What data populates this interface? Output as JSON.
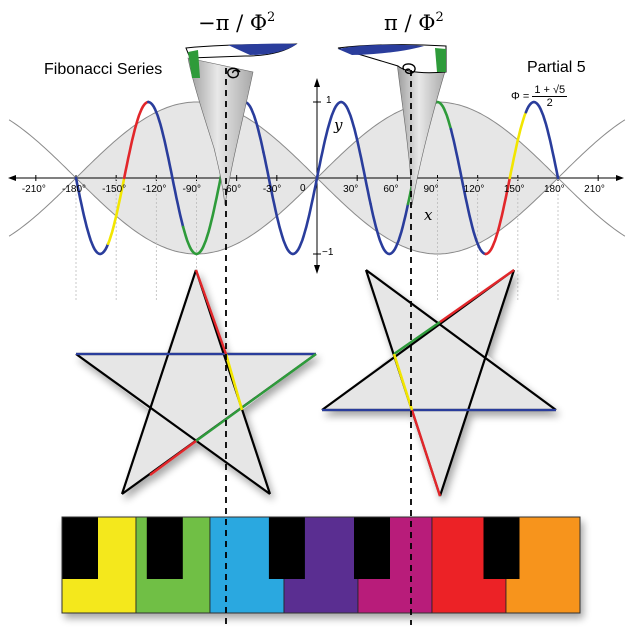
{
  "labels": {
    "title_left": "Fibonacci Series",
    "title_right": "Partial 5",
    "formula_lhs": "Φ =",
    "formula_num": "1 + √5",
    "formula_den": "2",
    "neg_label": "−π / Φ",
    "pos_label": "π / Φ",
    "exponent": "2",
    "axis_x": "x",
    "axis_y": "y",
    "y_top": "1",
    "y_bottom": "−1",
    "origin": "0"
  },
  "x_ticks": [
    {
      "deg": -210,
      "text": "-210°"
    },
    {
      "deg": -180,
      "text": "-180°"
    },
    {
      "deg": -150,
      "text": "-150°"
    },
    {
      "deg": -120,
      "text": "-120°"
    },
    {
      "deg": -90,
      "text": "-90°"
    },
    {
      "deg": -60,
      "text": "-60°"
    },
    {
      "deg": -30,
      "text": "-30°"
    },
    {
      "deg": 30,
      "text": "30°"
    },
    {
      "deg": 60,
      "text": "60°"
    },
    {
      "deg": 90,
      "text": "90°"
    },
    {
      "deg": 120,
      "text": "120°"
    },
    {
      "deg": 150,
      "text": "150°"
    },
    {
      "deg": 180,
      "text": "180°"
    },
    {
      "deg": 210,
      "text": "210°"
    }
  ],
  "colors": {
    "blue": "#2a3d9c",
    "yellow": "#f2e600",
    "green": "#2e9b3a",
    "red": "#e2272b",
    "shade": "#e6e6e6",
    "envelope": "#8a8a8a"
  },
  "keys": {
    "white": [
      "#f4e81c",
      "#6fbf44",
      "#29a8e0",
      "#5a2d91",
      "#b81f7a",
      "#ec2227",
      "#f7941d"
    ],
    "black_count": 5
  }
}
